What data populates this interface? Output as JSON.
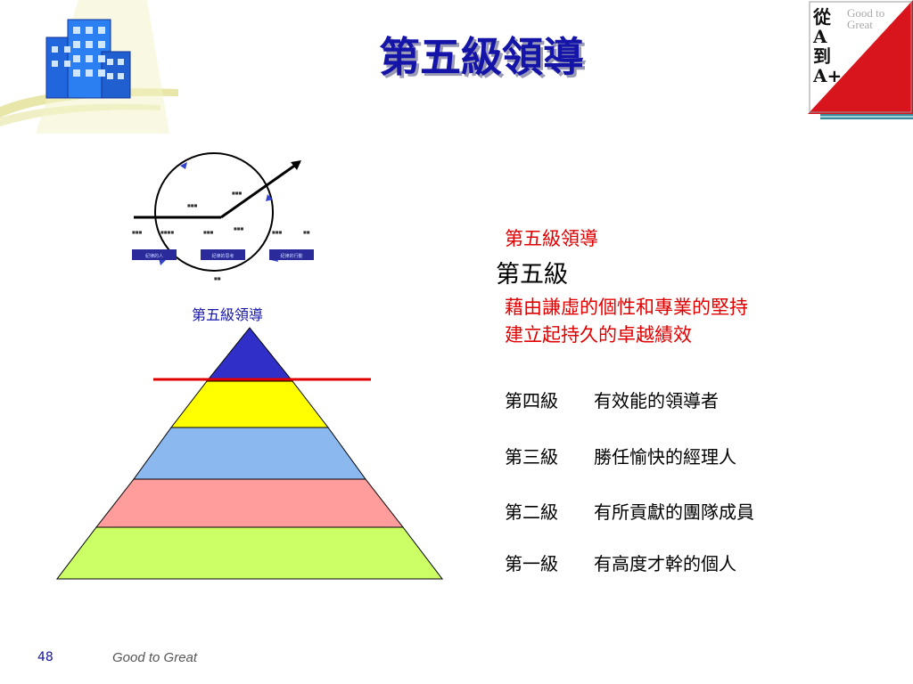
{
  "title": "第五級領導",
  "cover": {
    "main_chars": "從A到A+",
    "english": "Good to Great"
  },
  "cycle": {
    "labels": [
      "紀律的人",
      "紀律的思考",
      "紀律的行動"
    ]
  },
  "pyramid_caption": "第五級領導",
  "side": {
    "heading": "第五級領導",
    "level5": "第五級",
    "desc_line1": "藉由謙虛的個性和專業的堅持",
    "desc_line2": "建立起持久的卓越績效"
  },
  "levels": [
    {
      "label": "第四級",
      "desc": "有效能的領導者"
    },
    {
      "label": "第三級",
      "desc": "勝任愉快的經理人"
    },
    {
      "label": "第二級",
      "desc": "有所貢獻的團隊成員"
    },
    {
      "label": "第一級",
      "desc": "有高度才幹的個人"
    }
  ],
  "pyramid_colors": [
    "#3030c8",
    "#ffff00",
    "#8cb8f0",
    "#ff9c9c",
    "#ccff66"
  ],
  "accent": "#1414a8",
  "footer": {
    "page": "48",
    "text": "Good to Great"
  }
}
